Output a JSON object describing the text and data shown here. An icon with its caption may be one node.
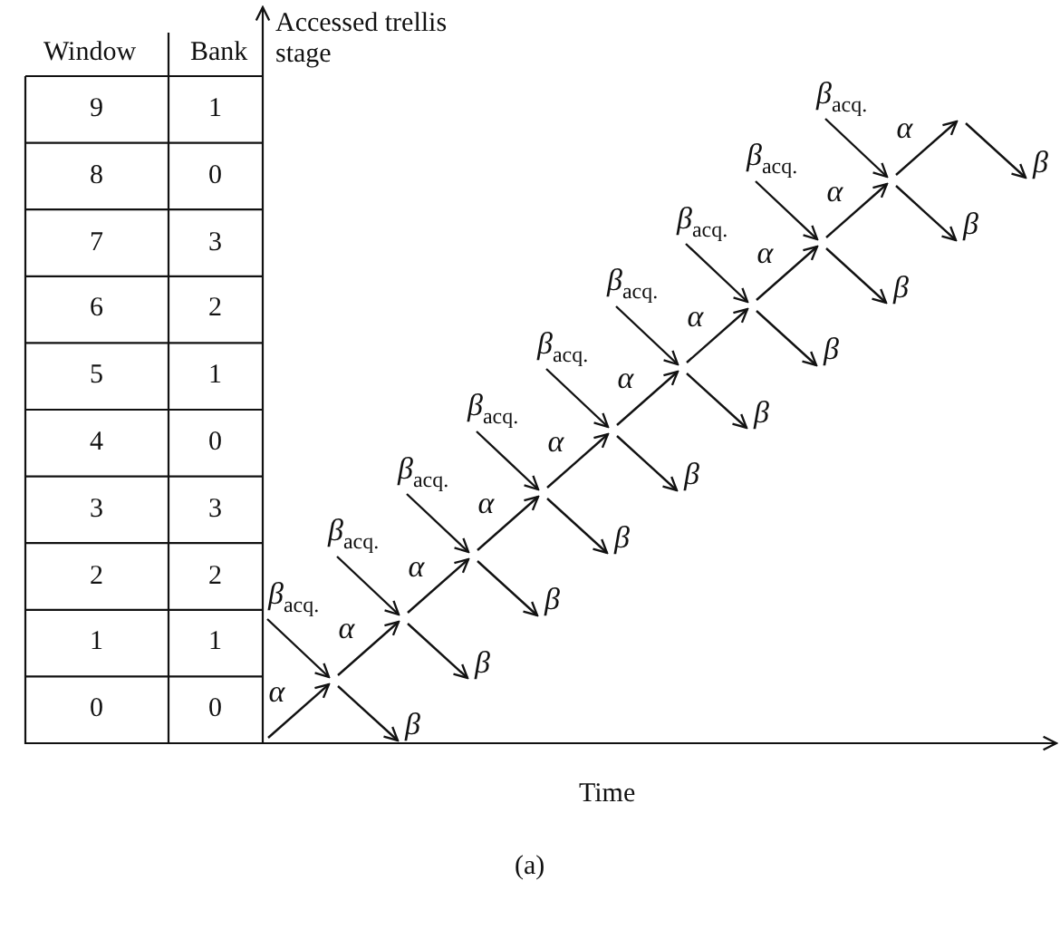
{
  "diagram": {
    "caption": "(a)",
    "labels": [
      "Window",
      "Bank",
      "9",
      "1",
      "8",
      "0",
      "7",
      "3",
      "6",
      "2",
      "5",
      "1",
      "4",
      "0",
      "3",
      "3",
      "2",
      "2",
      "1",
      "1",
      "0",
      "0",
      "Accessed trellis stage",
      "α",
      "*β*$_{acq.}$",
      "β",
      "α",
      "*β*$_{acq.}$",
      "β",
      "α",
      "*β*$_{acq.}$",
      "β",
      "α",
      "*β*$_{acq.}$",
      "β",
      "α",
      "*β*$_{acq.}$",
      "β",
      "α",
      "*β*$_{acq.}$",
      "β",
      "α",
      "*β*$_{acq.}$",
      "β",
      "α",
      "*β*$_{acq.}$",
      "β",
      "α",
      "*β*$_{acq.}$",
      "β",
      "α",
      "β",
      "Time"
    ]
  }
}
